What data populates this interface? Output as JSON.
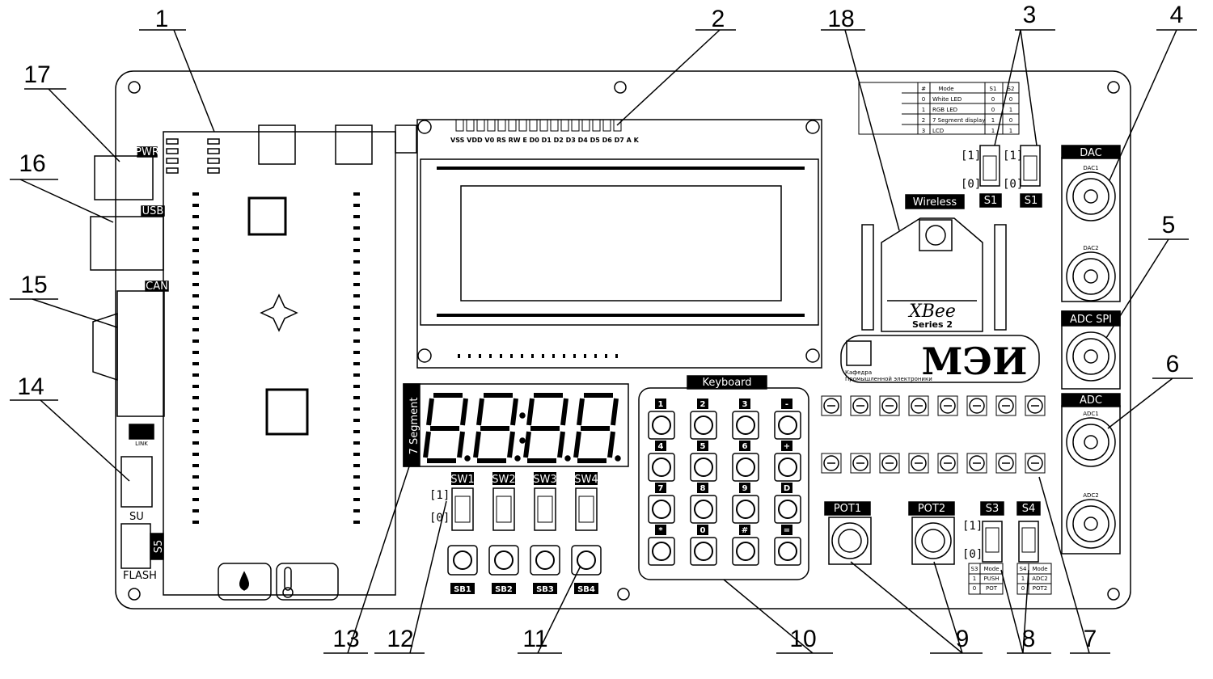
{
  "callouts": [
    "1",
    "2",
    "3",
    "4",
    "5",
    "6",
    "7",
    "8",
    "9",
    "10",
    "11",
    "12",
    "13",
    "14",
    "15",
    "16",
    "17",
    "18"
  ],
  "left_labels": {
    "pwr": "PWR",
    "usb": "USB",
    "can": "CAN",
    "flash": "FLASH",
    "su": "SU",
    "s5": "S5",
    "link": "LINK"
  },
  "lcd_pins": "VSS VDD V0 RS RW E D0 D1 D2 D3 D4 D5 D6 D7 A K",
  "seg_label": "7 Segment",
  "switches": [
    "SW1",
    "SW2",
    "SW3",
    "SW4"
  ],
  "sw_states": [
    "[1]",
    "[0]"
  ],
  "buttons": [
    "SB1",
    "SB2",
    "SB3",
    "SB4"
  ],
  "keyboard": {
    "title": "Keyboard",
    "keys": [
      "1",
      "2",
      "3",
      "-",
      "4",
      "5",
      "6",
      "+",
      "7",
      "8",
      "9",
      "D",
      "*",
      "0",
      "#",
      "="
    ]
  },
  "wireless": "Wireless",
  "xbee": {
    "name": "XBee",
    "series": "Series 2"
  },
  "mei": {
    "logo": "МЭИ",
    "caption1": "Кафедра",
    "caption2": "Промышленной электроники"
  },
  "s1s2": {
    "s1a": "S1",
    "s1b": "S1",
    "one": "[1]",
    "zero": "[0]"
  },
  "table_top": {
    "headers": [
      "#",
      "Mode",
      "S1",
      "S2"
    ],
    "rows": [
      [
        "0",
        "White LED",
        "0",
        "0"
      ],
      [
        "1",
        "RGB LED",
        "0",
        "1"
      ],
      [
        "2",
        "7 Segment display",
        "1",
        "0"
      ],
      [
        "3",
        "LCD",
        "1",
        "1"
      ]
    ]
  },
  "right": {
    "dac": "DAC",
    "dac1": "DAC1",
    "dac2": "DAC2",
    "adcspi": "ADC SPI",
    "adc": "ADC",
    "adc1": "ADC1",
    "adc2": "ADC2"
  },
  "pots": [
    "POT1",
    "POT2"
  ],
  "s3s4": {
    "s3": "S3",
    "s4": "S4",
    "one": "[1]",
    "zero": "[0]"
  },
  "small_tables": {
    "left": {
      "headers": [
        "S3",
        "Mode"
      ],
      "rows": [
        [
          "1",
          "PUSH"
        ],
        [
          "0",
          "POT"
        ]
      ]
    },
    "right": {
      "headers": [
        "S4",
        "Mode"
      ],
      "rows": [
        [
          "1",
          "ADC2"
        ],
        [
          "0",
          "POT2"
        ]
      ]
    }
  }
}
